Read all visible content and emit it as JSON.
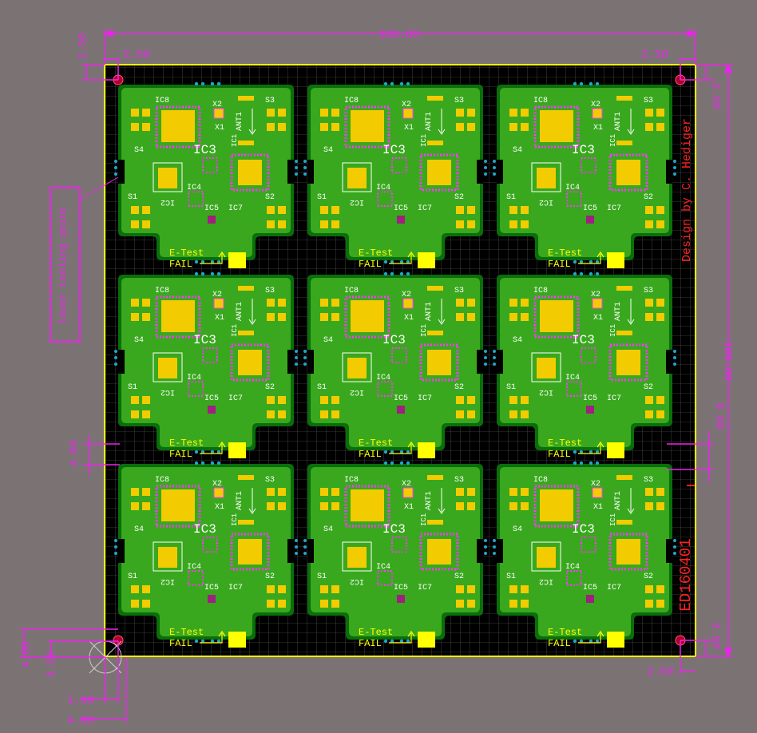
{
  "panel": {
    "designer": "Design by C. Hediger",
    "panel_id": "ED160401",
    "laser_label": "laser tooling point"
  },
  "dimensions": {
    "width_total": "100.00",
    "height_total": "100.00",
    "inset_top_left": "2.50",
    "inset_top_right": "2.50",
    "inset_right_top": "2.50",
    "inset_left_top": "2.50",
    "inset_bottom_right": "2.50",
    "inset_right_bottom": "2.50",
    "gap_left": "4.00",
    "gap_right": "8.00",
    "tool_y_a": "4.50",
    "tool_y_b": "3.50",
    "tool_x_a": "1.50",
    "tool_x_b": "4.00"
  },
  "board": {
    "ic8": "IC8",
    "ic3": "IC3",
    "ic1": "IC1",
    "ic2": "IC2",
    "ic4": "IC4",
    "ic5": "IC5",
    "ic7": "IC7",
    "x1": "X1",
    "x2": "X2",
    "s1": "S1",
    "s2": "S2",
    "s3": "S3",
    "s4": "S4",
    "ant": "ANT1",
    "etest": "E-Test",
    "fail": "FAIL"
  },
  "colors": {
    "background": "#7b7373",
    "board_dark": "#0a6e0a",
    "board_green": "#39a81e",
    "pad_gold": "#f2cc00",
    "silk_white": "#ffffff",
    "silk_yellow": "#ffff00",
    "dimension_magenta": "#ee22ee",
    "panel_black": "#000000",
    "outline_yellow": "#ffff00",
    "label_red": "#ff2222",
    "via_cyan": "#21a6c8"
  }
}
